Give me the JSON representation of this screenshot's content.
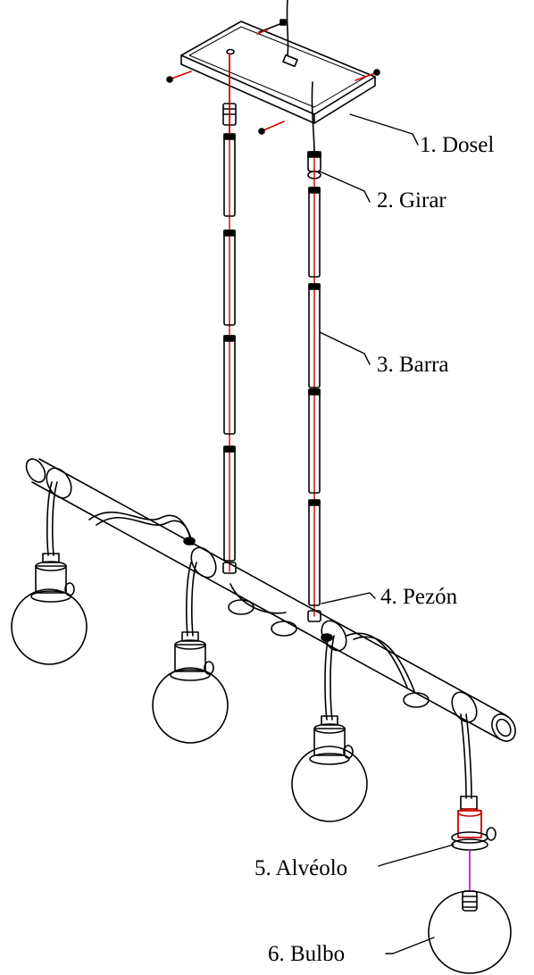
{
  "callouts": {
    "canopy": "1.   Dosel",
    "swivel": "2. Girar",
    "rod": "3. Barra",
    "nipple": "4. Pezón",
    "socket": "5. Alvéolo",
    "bulb": "6. Bulbo"
  },
  "colors": {
    "line": "#000000",
    "wire": "#d00000",
    "guide": "#c000c0"
  }
}
